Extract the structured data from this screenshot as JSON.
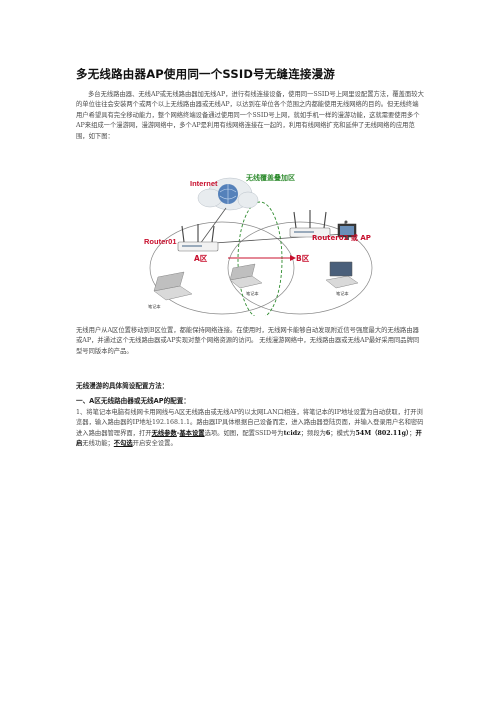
{
  "document": {
    "title": "多无线路由器AP使用同一个SSID号无缝连接漫游",
    "para1": "多台无线路由器、无线AP或无线路由器加无线AP，进行有线连接设备，使用同一SSID号上网里设配置方法，覆盖面较大的单位往往会安装两个或两个以上无线路由器或无线AP，以达到在单位各个范围之内都能使用无线网络的目的。但无线终端用户希望具有完全移动能力，整个网络终端设备通过使用同一个SSID号上网，就如手机一样的漫游功能，这就需要使用多个AP来组成一个漫游网，漫游网络中，多个AP是利用有线网络连接在一起的，利用有线网络扩充和延伸了无线网络的应用范围，如下图：",
    "para2": "无线用户从A区位置移动到B区位置，都能保持网络连接。在使用时，无线网卡能够自动发现附近信号强度最大的无线路由器或AP，并通过这个无线路由器或AP实现对整个网络资源的访问。 无线漫游网络中，无线路由器或无线AP最好采用同品牌同型号同版本的产品。",
    "heading1": "无线漫游的具体简设配置方法：",
    "heading2": "一、A区无线路由器或无线AP的配置：",
    "para3_a": "1、将笔记本电脑有线网卡用网线与A区无线路由或无线AP的以太网LAN口相连，将笔记本的IP地址设置为自动获取，打开浏览器，输入路由器的IP地址192.168.1.1。路由器IP具体根据自己设备而定，进入路由器登陆页面，并输入登录用户名和密码进入路由器管理界面，打开",
    "para3_b": "无线参数",
    "para3_c": "-",
    "para3_d": "基本设置",
    "para3_e": "选项。如图，配置SSID号为",
    "para3_f": "tcidz",
    "para3_g": "；频段为",
    "para3_h": "6",
    "para3_i": "；模式为",
    "para3_j": "54M（802.11g）",
    "para3_k": "；",
    "para3_l": "开启",
    "para3_m": "无线功能；",
    "para3_n": "不勾选",
    "para3_o": "开启安全设置。"
  },
  "diagram": {
    "internet": "Internet",
    "overlap": "无线覆盖叠加区",
    "router1": "Router01",
    "router2": "Router02 或 AP",
    "zone_a": "A区",
    "zone_b": "B区",
    "laptop1": "笔记本",
    "laptop2": "笔记本",
    "laptop3": "笔记本",
    "colors": {
      "label_red": "#c8102e",
      "label_green": "#2e8b2e",
      "line": "#555555"
    }
  }
}
